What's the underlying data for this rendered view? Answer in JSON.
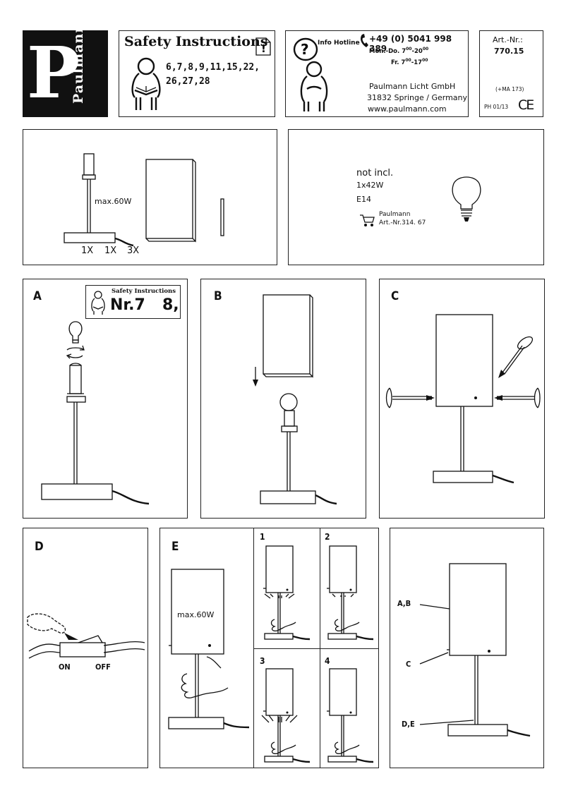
{
  "brand": {
    "letter": "P",
    "name": "Paulmann"
  },
  "safety": {
    "title": "Safety Instructions",
    "nums_line1": "6,7,8,9,11,15,22,",
    "nums_line2": "26,27,28"
  },
  "hotline": {
    "label": "Info Hotline",
    "phone": "+49 (0) 5041 998 389",
    "hours_mf_day": "Mon.-Do. 7",
    "hours_mf_sup1": "00",
    "hours_mf_dash": "-20",
    "hours_mf_sup2": "00",
    "hours_fr_day": "Fr. 7",
    "hours_fr_sup1": "00",
    "hours_fr_dash": "-17",
    "hours_fr_sup2": "00",
    "company": "Paulmann Licht GmbH",
    "address": "31832 Springe / Germany",
    "web": "www.paulmann.com"
  },
  "article": {
    "label": "Art.-Nr.:",
    "number": "770.15",
    "ma": "(+MA 173)",
    "ph": "PH 01/13",
    "ce": "CE"
  },
  "contents": {
    "max_watt": "max.60W",
    "q1": "1X",
    "q2": "1X",
    "q3": "3X"
  },
  "bulb": {
    "not_incl": "not incl.",
    "spec": "1x42W",
    "socket": "E14",
    "brand": "Paulmann",
    "art": "Art.-Nr.314. 67"
  },
  "step_a": {
    "letter": "A",
    "safety_title": "Safety Instructions",
    "nr": "Nr.7",
    "nr2": "8,"
  },
  "step_b": {
    "letter": "B"
  },
  "step_c": {
    "letter": "C"
  },
  "step_d": {
    "letter": "D",
    "on": "ON",
    "off": "OFF"
  },
  "step_e": {
    "letter": "E",
    "max_watt": "max.60W",
    "sub": [
      "1",
      "2",
      "3",
      "4"
    ]
  },
  "overview": {
    "ab": "A,B",
    "c": "C",
    "de": "D,E"
  }
}
